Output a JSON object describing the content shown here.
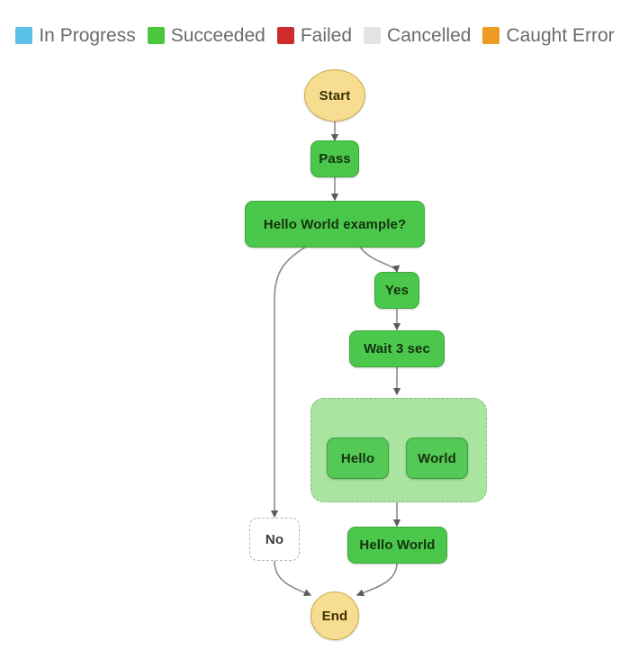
{
  "legend": {
    "items": [
      {
        "label": "In Progress",
        "color": "#5bc0e8",
        "swatch_name": "legend-swatch-in-progress"
      },
      {
        "label": "Succeeded",
        "color": "#4bc63f",
        "swatch_name": "legend-swatch-succeeded"
      },
      {
        "label": "Failed",
        "color": "#ce2c2c",
        "swatch_name": "legend-swatch-failed"
      },
      {
        "label": "Cancelled",
        "color": "#e4e4e4",
        "swatch_name": "legend-swatch-cancelled"
      },
      {
        "label": "Caught Error",
        "color": "#ee9b26",
        "swatch_name": "legend-swatch-caught-error"
      }
    ]
  },
  "graph": {
    "nodes": {
      "start": {
        "label": "Start"
      },
      "pass": {
        "label": "Pass"
      },
      "choice": {
        "label": "Hello World example?"
      },
      "yes": {
        "label": "Yes"
      },
      "no": {
        "label": "No"
      },
      "wait": {
        "label": "Wait 3 sec"
      },
      "hello": {
        "label": "Hello"
      },
      "world": {
        "label": "World"
      },
      "hello_world": {
        "label": "Hello World"
      },
      "end": {
        "label": "End"
      }
    },
    "group": {
      "label": ""
    },
    "edges": [
      {
        "from": "start",
        "to": "pass"
      },
      {
        "from": "pass",
        "to": "choice"
      },
      {
        "from": "choice",
        "to": "yes"
      },
      {
        "from": "choice",
        "to": "no"
      },
      {
        "from": "yes",
        "to": "wait"
      },
      {
        "from": "wait",
        "to": "parallel"
      },
      {
        "from": "parallel",
        "to": "hello"
      },
      {
        "from": "parallel",
        "to": "world"
      },
      {
        "from": "parallel",
        "to": "hello_world"
      },
      {
        "from": "hello_world",
        "to": "end"
      },
      {
        "from": "no",
        "to": "end"
      }
    ]
  }
}
